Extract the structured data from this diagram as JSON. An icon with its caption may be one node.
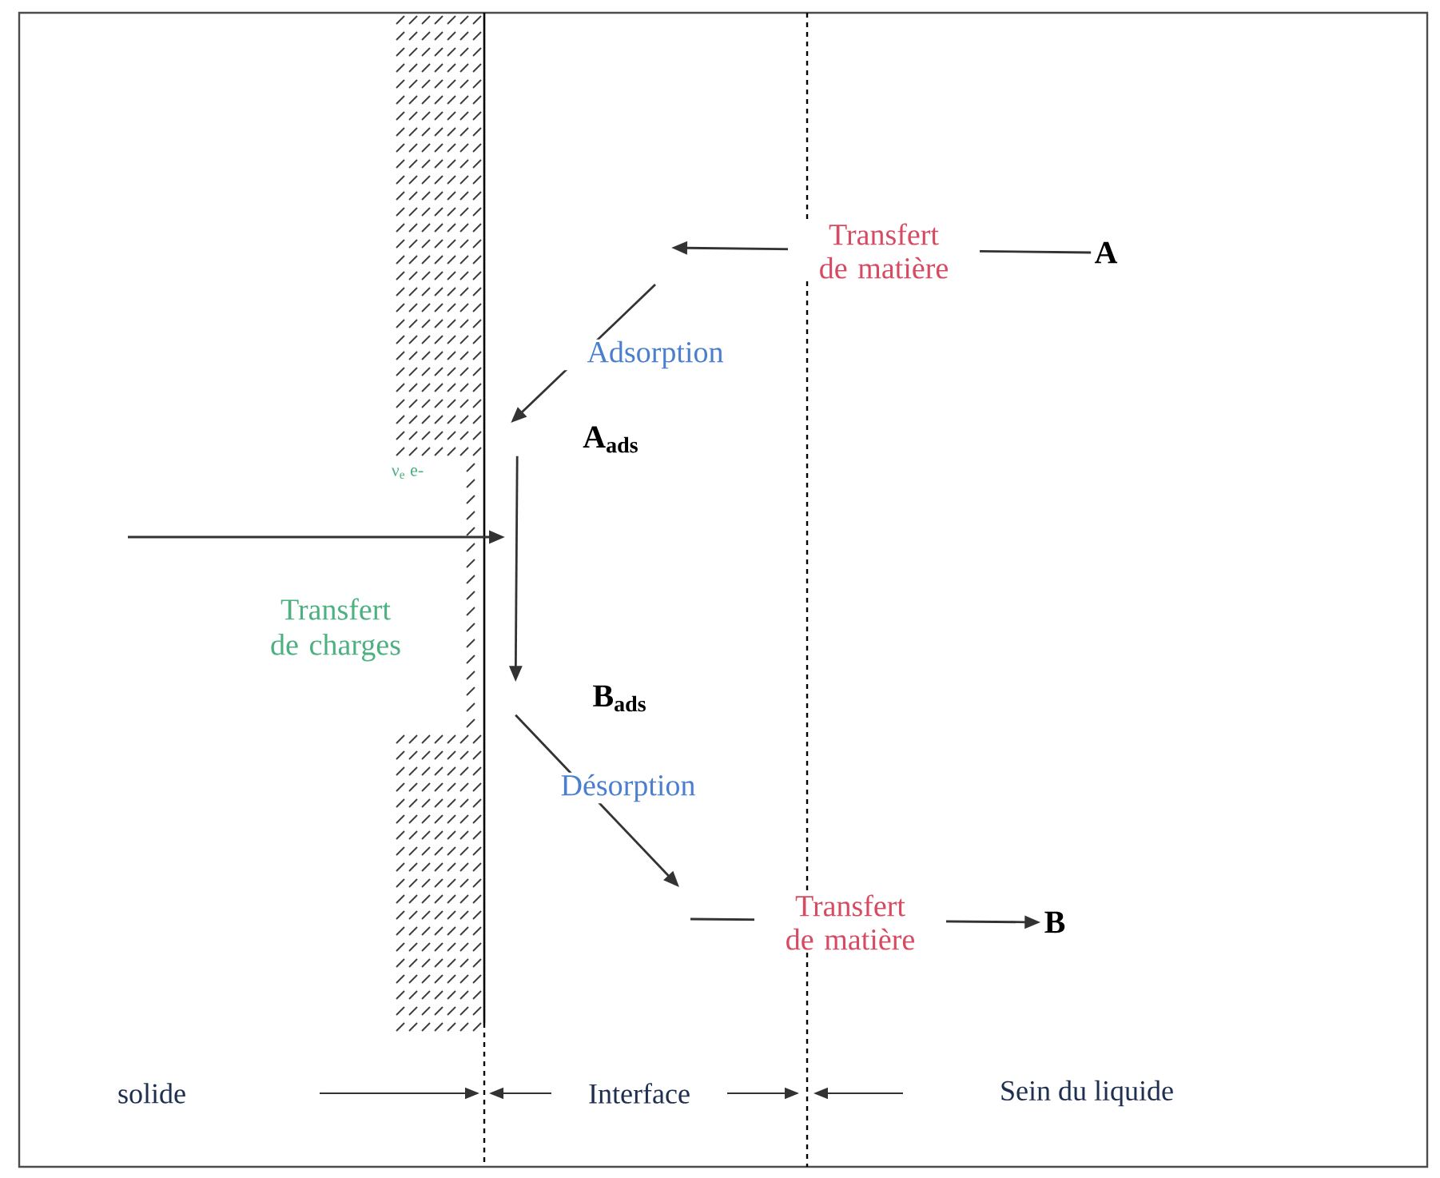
{
  "diagram": {
    "nodes": [
      {
        "text": [
          "A"
        ]
      },
      {
        "text": [
          "A$_{ads}$"
        ]
      },
      {
        "text": [
          "B$_{ads}$"
        ]
      },
      {
        "text": [
          "B"
        ]
      }
    ],
    "edges": [
      {
        "from": 0,
        "to": null,
        "arrow": "to",
        "label": "Transfert de matière"
      },
      {
        "from": null,
        "to": 1,
        "arrow": "to",
        "label": "Adsorption"
      },
      {
        "from": 1,
        "to": 2,
        "arrow": "to"
      },
      {
        "from": 2,
        "to": null,
        "arrow": "to",
        "label": "Désorption"
      },
      {
        "from": null,
        "to": 3,
        "arrow": "to",
        "label": "Transfert de matière"
      }
    ],
    "labels": [
      "ν$_{e}$ e-",
      "Transfert de charges",
      "solide",
      "Interface",
      "Sein du liquide"
    ]
  }
}
